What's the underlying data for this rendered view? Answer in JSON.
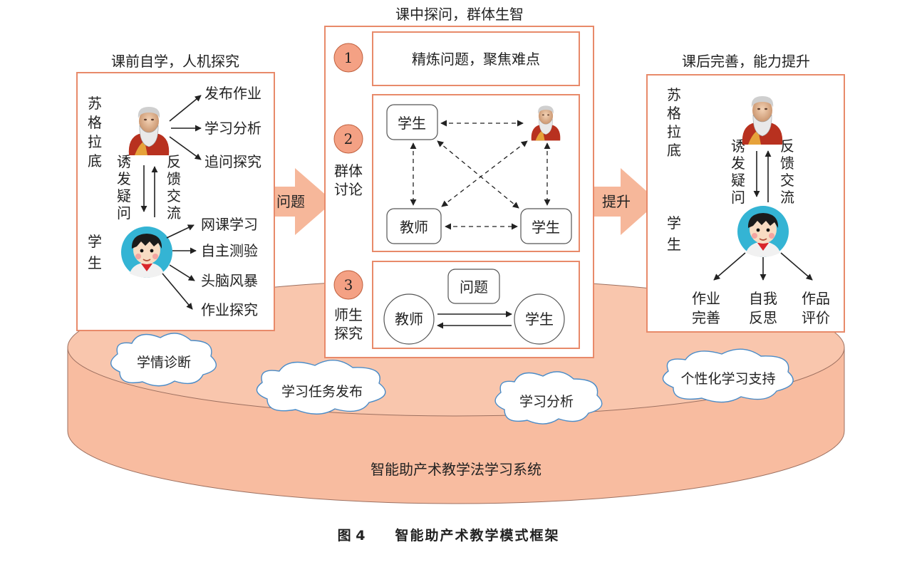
{
  "caption": {
    "figure_no": "图 4",
    "title": "智能助产术教学模式框架"
  },
  "platform": {
    "label": "智能助产术教学法学习系统",
    "clouds": [
      "学情诊断",
      "学习任务发布",
      "学习分析",
      "个性化学习支持"
    ]
  },
  "arrows": {
    "problem": "问题",
    "improve": "提升"
  },
  "pre_class": {
    "title": "课前自学，人机探究",
    "socrates": "苏格拉底",
    "student": "学生",
    "guide": "诱发疑问",
    "feedback": "反馈交流",
    "socrates_actions": [
      "发布作业",
      "学习分析",
      "追问探究"
    ],
    "student_actions": [
      "网课学习",
      "自主测验",
      "头脑风暴",
      "作业探究"
    ]
  },
  "in_class": {
    "title": "课中探问，群体生智",
    "step1": {
      "num": "1",
      "text": "精炼问题，聚焦难点"
    },
    "step2": {
      "num": "2",
      "label": "群体讨论",
      "node_student_a": "学生",
      "node_teacher": "教师",
      "node_student_b": "学生"
    },
    "step3": {
      "num": "3",
      "label": "师生探究",
      "node_question": "问题",
      "node_teacher": "教师",
      "node_student": "学生"
    }
  },
  "post_class": {
    "title": "课后完善，能力提升",
    "socrates": "苏格拉底",
    "student": "学生",
    "guide": "诱发疑问",
    "feedback": "反馈交流",
    "outcomes": [
      "作业完善",
      "自我反思",
      "作品评价"
    ]
  },
  "colors": {
    "accent": "#e88a6a",
    "platform": "#f8bca0",
    "circle": "#f4a184",
    "border": "#e88a6a"
  },
  "icons": {
    "socrates": "socrates-icon",
    "student": "student-avatar-icon"
  }
}
